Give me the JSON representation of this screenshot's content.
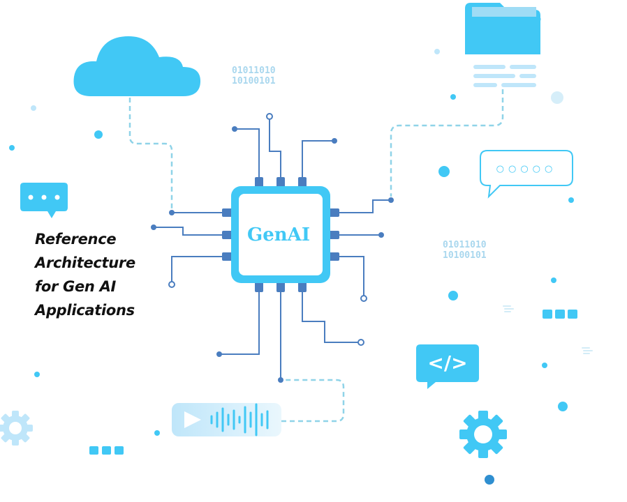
{
  "chip": {
    "label": "GenAI"
  },
  "caption": {
    "lines": [
      "Reference",
      "Architecture",
      "for Gen AI",
      "Applications"
    ]
  },
  "binary_snippets": [
    {
      "line1": "01011010",
      "line2": "10100101"
    },
    {
      "line1": "01011010",
      "line2": "10100101"
    }
  ],
  "chat_bubble_dots": "○○○○○",
  "code_icon_glyph": "</>",
  "icons": [
    "cloud-icon",
    "folder-icon",
    "document-lines-icon",
    "chat-bubble-icon",
    "message-dots-icon",
    "code-icon",
    "audio-player-icon",
    "play-icon",
    "gear-icon"
  ],
  "colors": {
    "accent": "#41c8f5",
    "accent_light": "#bfe6fa",
    "trace": "#4a7dbf",
    "dash": "#8fd3e8",
    "caption_text": "#111111",
    "binary_text": "#a9d7ee"
  }
}
